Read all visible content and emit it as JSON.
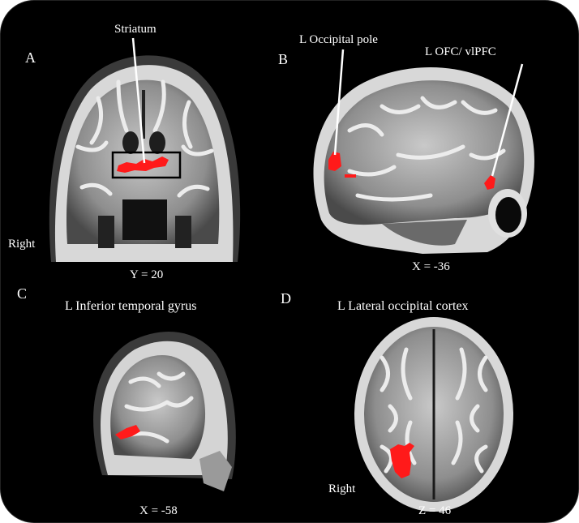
{
  "figure": {
    "panels": [
      {
        "letter": "A",
        "coord": "Y = 20",
        "roi_label": "Striatum",
        "orientation_label": "Right"
      },
      {
        "letter": "B",
        "coord": "X = -36",
        "roi_labels": [
          "L Occipital pole",
          "L OFC/ vlPFC"
        ]
      },
      {
        "letter": "C",
        "coord": "X = -58",
        "title": "L Inferior temporal gyrus"
      },
      {
        "letter": "D",
        "coord": "Z = 46",
        "title": "L Lateral occipital cortex",
        "orientation_label": "Right"
      }
    ],
    "colors": {
      "background": "#000000",
      "activation": "#ff1a1a",
      "text": "#ffffff"
    }
  }
}
